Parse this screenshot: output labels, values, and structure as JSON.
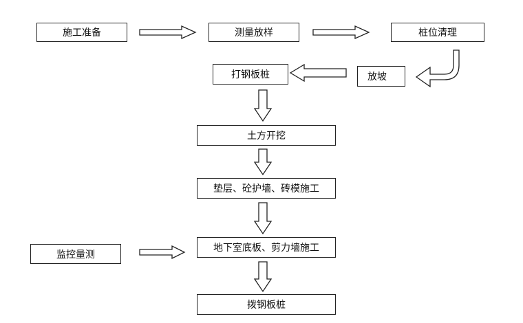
{
  "steps": {
    "s1": "施工准备",
    "s2": "测量放样",
    "s3": "桩位清理",
    "s4": "放坡",
    "s5": "打钢板桩",
    "s6": "土方开挖",
    "s7": "垫层、砼护墙、砖模施工",
    "s8": "地下室底板、剪力墙施工",
    "s9": "拨钢板桩",
    "monitor": "监控量测"
  }
}
